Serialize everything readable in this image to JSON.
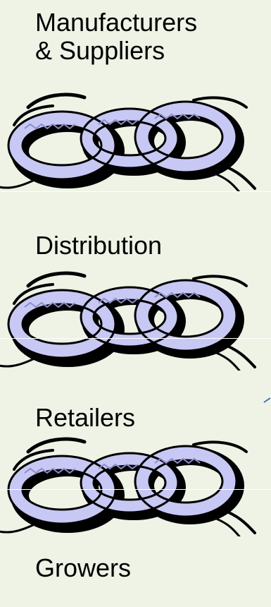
{
  "labels": {
    "manufacturers": "Manufacturers\n& Suppliers",
    "distribution": "Distribution",
    "retailers": "Retailers",
    "growers": "Growers"
  },
  "chains": [
    {
      "name": "chain-link-icon"
    },
    {
      "name": "chain-link-icon"
    },
    {
      "name": "chain-link-icon"
    }
  ],
  "colors": {
    "background": "#eef3e6",
    "link_fill": "#c8c8f5",
    "link_outline": "#000000",
    "accent_tick": "#4a78b8"
  }
}
